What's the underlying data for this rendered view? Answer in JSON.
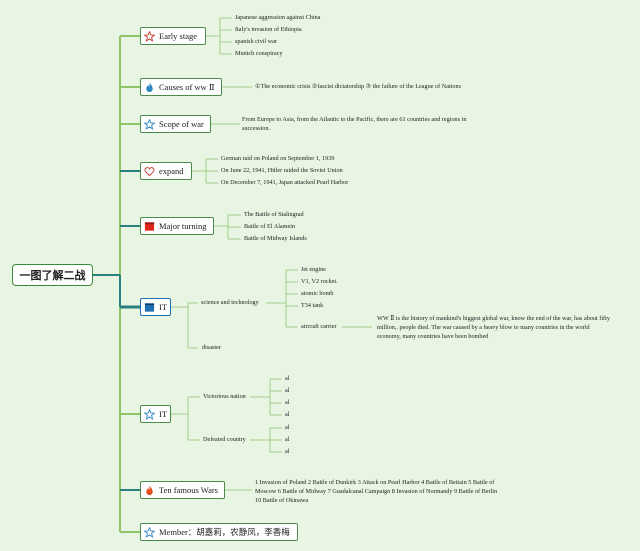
{
  "root": {
    "label": "一图了解二战"
  },
  "branches": [
    {
      "id": "early",
      "label": "Early stage",
      "icon": "star-outline-icon",
      "color": "#c0392b",
      "children": [
        "Japanese aggression against China",
        "Italy's invasion of Ethiopia",
        "spanish civil war",
        "Munich conspiracy"
      ]
    },
    {
      "id": "causes",
      "label": "Causes of ww Ⅱ",
      "icon": "flame-icon",
      "color": "#2e86c1",
      "text": "①The economic crisis ②fascist dictatorship ③ the failure of the League of Nations"
    },
    {
      "id": "scope",
      "label": "Scope of war",
      "icon": "star-outline-icon",
      "color": "#2e86c1",
      "text": "From Europe to Asia, from the Atlantic to the Pacific, there are 61 countries and regions in succession."
    },
    {
      "id": "expand",
      "label": "expand",
      "icon": "heart-outline-icon",
      "color": "#c0392b",
      "children": [
        "German raid on Poland on September 1, 1939",
        "On June 22, 1941, Hitler raided the Soviet Union",
        "On December 7, 1941, Japan attacked Pearl Harbor"
      ]
    },
    {
      "id": "major",
      "label": "Major turning",
      "icon": "red-square-icon",
      "color": "#c0392b",
      "children": [
        "The Battle of Stalingrad",
        "Battle of El Alamein",
        "Battle of Midway Islands"
      ]
    },
    {
      "id": "it1",
      "label": "IT",
      "icon": "blue-square-icon",
      "color": "#1f6fb5",
      "science": "science and technology",
      "tech": [
        "Jet engine",
        "V1, V2 rocket.",
        "atomic bomb",
        "T34 tank",
        "aircraft carrier"
      ],
      "summary": "WW Ⅱ is the history of mankind's biggest global war, know the end of the war, has about fifty million,. people died. The war caused by a heavy blow to many countries in the world economy, many countries have been bombed",
      "disaster": "disaster"
    },
    {
      "id": "it2",
      "label": "IT",
      "icon": "star-outline-icon",
      "color": "#2e86c1",
      "victorious": "Victorious nation",
      "defeated": "Defeated country",
      "vitems": [
        "al",
        "al",
        "al",
        "al"
      ],
      "ditems": [
        "al",
        "al",
        "al"
      ]
    },
    {
      "id": "wars",
      "label": "Ten famous Wars",
      "icon": "flame-icon",
      "color": "#d35400",
      "text": "1 Invasion of Poland 2 Battle of Dunkirk 3 Attack on Pearl Harbor 4 Battle of Beitain 5 Battle of Moscow 6 Battle of Midway 7 Guadalcanal Campaign 8 Invasion of Normandy 9 Battle of Berlin 10 Battle of Okinawa"
    },
    {
      "id": "member",
      "label": "Member：胡嘉莉，农静凤，李香梅",
      "icon": "star-outline-icon",
      "color": "#2e86c1"
    }
  ],
  "colors": {
    "branch_line": "#8fc46a",
    "branch_line_dark": "#2a7f7f",
    "sub_line": "#9fcf88"
  }
}
